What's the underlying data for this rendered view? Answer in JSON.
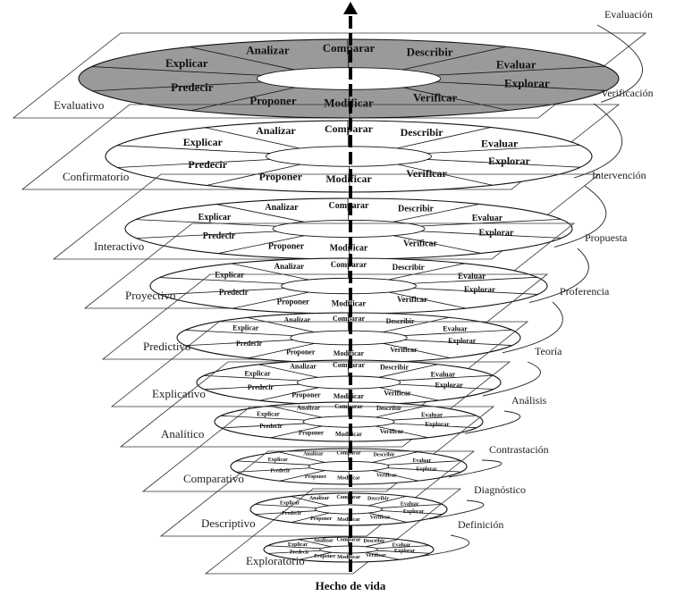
{
  "diagram": {
    "footer": "Hecho de vida",
    "levels": [
      {
        "plane": "Evaluativo",
        "stage": "Evaluación",
        "top": {
          "explicar": "Explicar",
          "analizar": "Analizar",
          "comparar": "Comparar",
          "describir": "Describir",
          "evaluar": "Evaluar"
        },
        "bottom": {
          "predecir": "Predecir",
          "proponer": "Proponer",
          "modificar": "Modificar",
          "verificar": "Verificar",
          "explorar": "Explorar"
        }
      },
      {
        "plane": "Confirmatorio",
        "stage": "Verificación",
        "top": {
          "explicar": "Explicar",
          "analizar": "Analizar",
          "comparar": "Comparar",
          "describir": "Describir",
          "evaluar": "Evaluar"
        },
        "bottom": {
          "predecir": "Predecir",
          "proponer": "Proponer",
          "modificar": "Modificar",
          "verificar": "Verificar",
          "explorar": "Explorar"
        }
      },
      {
        "plane": "Interactivo",
        "stage": "Intervención",
        "top": {
          "explicar": "Explicar",
          "analizar": "Analizar",
          "comparar": "Comparar",
          "describir": "Describir",
          "evaluar": "Evaluar"
        },
        "bottom": {
          "predecir": "Predecir",
          "proponer": "Proponer",
          "modificar": "Modificar",
          "verificar": "Verificar",
          "explorar": "Explorar"
        }
      },
      {
        "plane": "Proyectivo",
        "stage": "Propuesta",
        "top": {
          "explicar": "Explicar",
          "analizar": "Analizar",
          "comparar": "Comparar",
          "describir": "Describir",
          "evaluar": "Evaluar"
        },
        "bottom": {
          "predecir": "Predecir",
          "proponer": "Proponer",
          "modificar": "Modificar",
          "verificar": "Verificar",
          "explorar": "Explorar"
        }
      },
      {
        "plane": "Predictivo",
        "stage": "Proferencia",
        "top": {
          "explicar": "Explicar",
          "analizar": "Analizar",
          "comparar": "Comparar",
          "describir": "Describir",
          "evaluar": "Evaluar"
        },
        "bottom": {
          "predecir": "Predecir",
          "proponer": "Proponer",
          "modificar": "Modificar",
          "verificar": "Verificar",
          "explorar": "Explorar"
        }
      },
      {
        "plane": "Explicativo",
        "stage": "Teoría",
        "top": {
          "explicar": "Explicar",
          "analizar": "Analizar",
          "comparar": "Comparar",
          "describir": "Describir",
          "evaluar": "Evaluar"
        },
        "bottom": {
          "predecir": "Predecir",
          "proponer": "Proponer",
          "modificar": "Modificar",
          "verificar": "Verificar",
          "explorar": "Explorar"
        }
      },
      {
        "plane": "Analítico",
        "stage": "Análisis",
        "top": {
          "explicar": "Explicar",
          "analizar": "Analizar",
          "comparar": "Comparar",
          "describir": "Describir",
          "evaluar": "Evaluar"
        },
        "bottom": {
          "predecir": "Predecir",
          "proponer": "Proponer",
          "modificar": "Modificar",
          "verificar": "Verificar",
          "explorar": "Explorar"
        }
      },
      {
        "plane": "Comparativo",
        "stage": "Contrastación",
        "top": {
          "explicar": "Explicar",
          "analizar": "Analizar",
          "comparar": "Comparar",
          "describir": "Describir",
          "evaluar": "Evaluar"
        },
        "bottom": {
          "predecir": "Predecir",
          "proponer": "Proponer",
          "modificar": "Modificar",
          "verificar": "Verificar",
          "explorar": "Explorar"
        }
      },
      {
        "plane": "Descriptivo",
        "stage": "Diagnóstico",
        "top": {
          "explicar": "Explicar",
          "analizar": "Analizar",
          "comparar": "Comparar",
          "describir": "Describir",
          "evaluar": "Evaluar"
        },
        "bottom": {
          "predecir": "Predecir",
          "proponer": "Proponer",
          "modificar": "Modificar",
          "verificar": "Verificar",
          "explorar": "Explorar"
        }
      },
      {
        "plane": "Exploratorio",
        "stage": "Definición",
        "top": {
          "explicar": "Explicar",
          "analizar": "Analizar",
          "comparar": "Comparar",
          "describir": "Describir",
          "evaluar": "Evaluar"
        },
        "bottom": {
          "predecir": "Predecir",
          "proponer": "Proponer",
          "modificar": "Modificar",
          "verificar": "Verificar",
          "explorar": "Explorar"
        }
      }
    ]
  }
}
